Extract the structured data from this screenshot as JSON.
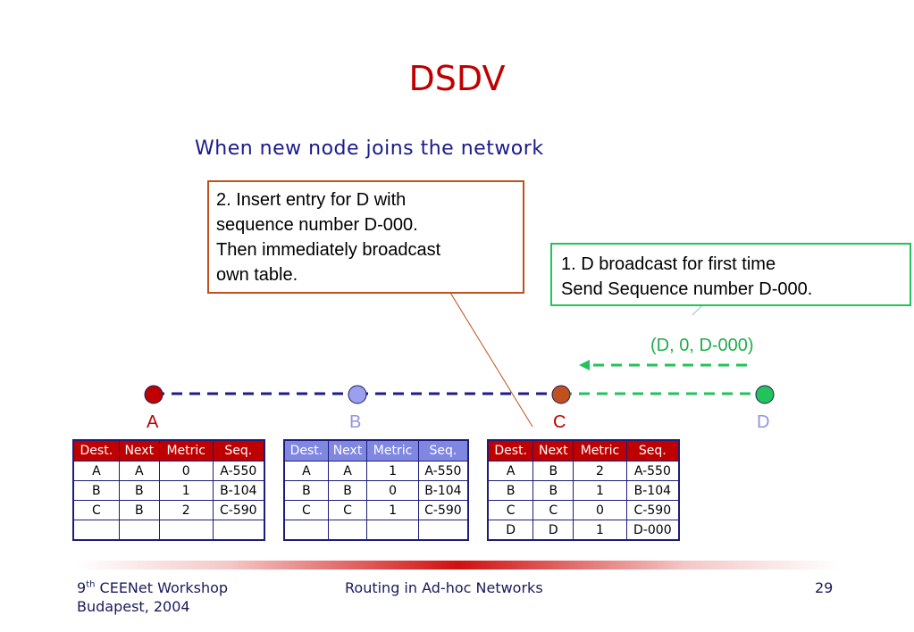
{
  "title": "DSDV",
  "subtitle": "When new node joins the network",
  "note2": {
    "lines": [
      "2. Insert entry for D with",
      "sequence number D-000.",
      "Then immediately broadcast",
      "own table."
    ]
  },
  "note1": {
    "lines": [
      "1. D broadcast for first time",
      "Send Sequence number D-000."
    ]
  },
  "broadcast_label": "(D, 0, D-000)",
  "nodes": [
    {
      "label": "A",
      "color": "#c00000"
    },
    {
      "label": "B",
      "color": "#8f94e6"
    },
    {
      "label": "C",
      "color": "#c0501e"
    },
    {
      "label": "D",
      "color": "#22c35a"
    }
  ],
  "table_headers": [
    "Dest.",
    "Next",
    "Metric",
    "Seq."
  ],
  "tables": {
    "A": [
      [
        "A",
        "A",
        "0",
        "A-550"
      ],
      [
        "B",
        "B",
        "1",
        "B-104"
      ],
      [
        "C",
        "B",
        "2",
        "C-590"
      ],
      [
        "",
        "",
        "",
        ""
      ]
    ],
    "B": [
      [
        "A",
        "A",
        "1",
        "A-550"
      ],
      [
        "B",
        "B",
        "0",
        "B-104"
      ],
      [
        "C",
        "C",
        "1",
        "C-590"
      ],
      [
        "",
        "",
        "",
        ""
      ]
    ],
    "C": [
      [
        "A",
        "B",
        "2",
        "A-550"
      ],
      [
        "B",
        "B",
        "1",
        "B-104"
      ],
      [
        "C",
        "C",
        "0",
        "C-590"
      ],
      [
        "D",
        "D",
        "1",
        "D-000"
      ]
    ]
  },
  "footer": {
    "left_line1_pre": "9",
    "left_line1_sup": "th",
    "left_line1_post": " CEENet Workshop",
    "left_line2": "Budapest, 2004",
    "center": "Routing in Ad-hoc Networks",
    "page": "29"
  }
}
